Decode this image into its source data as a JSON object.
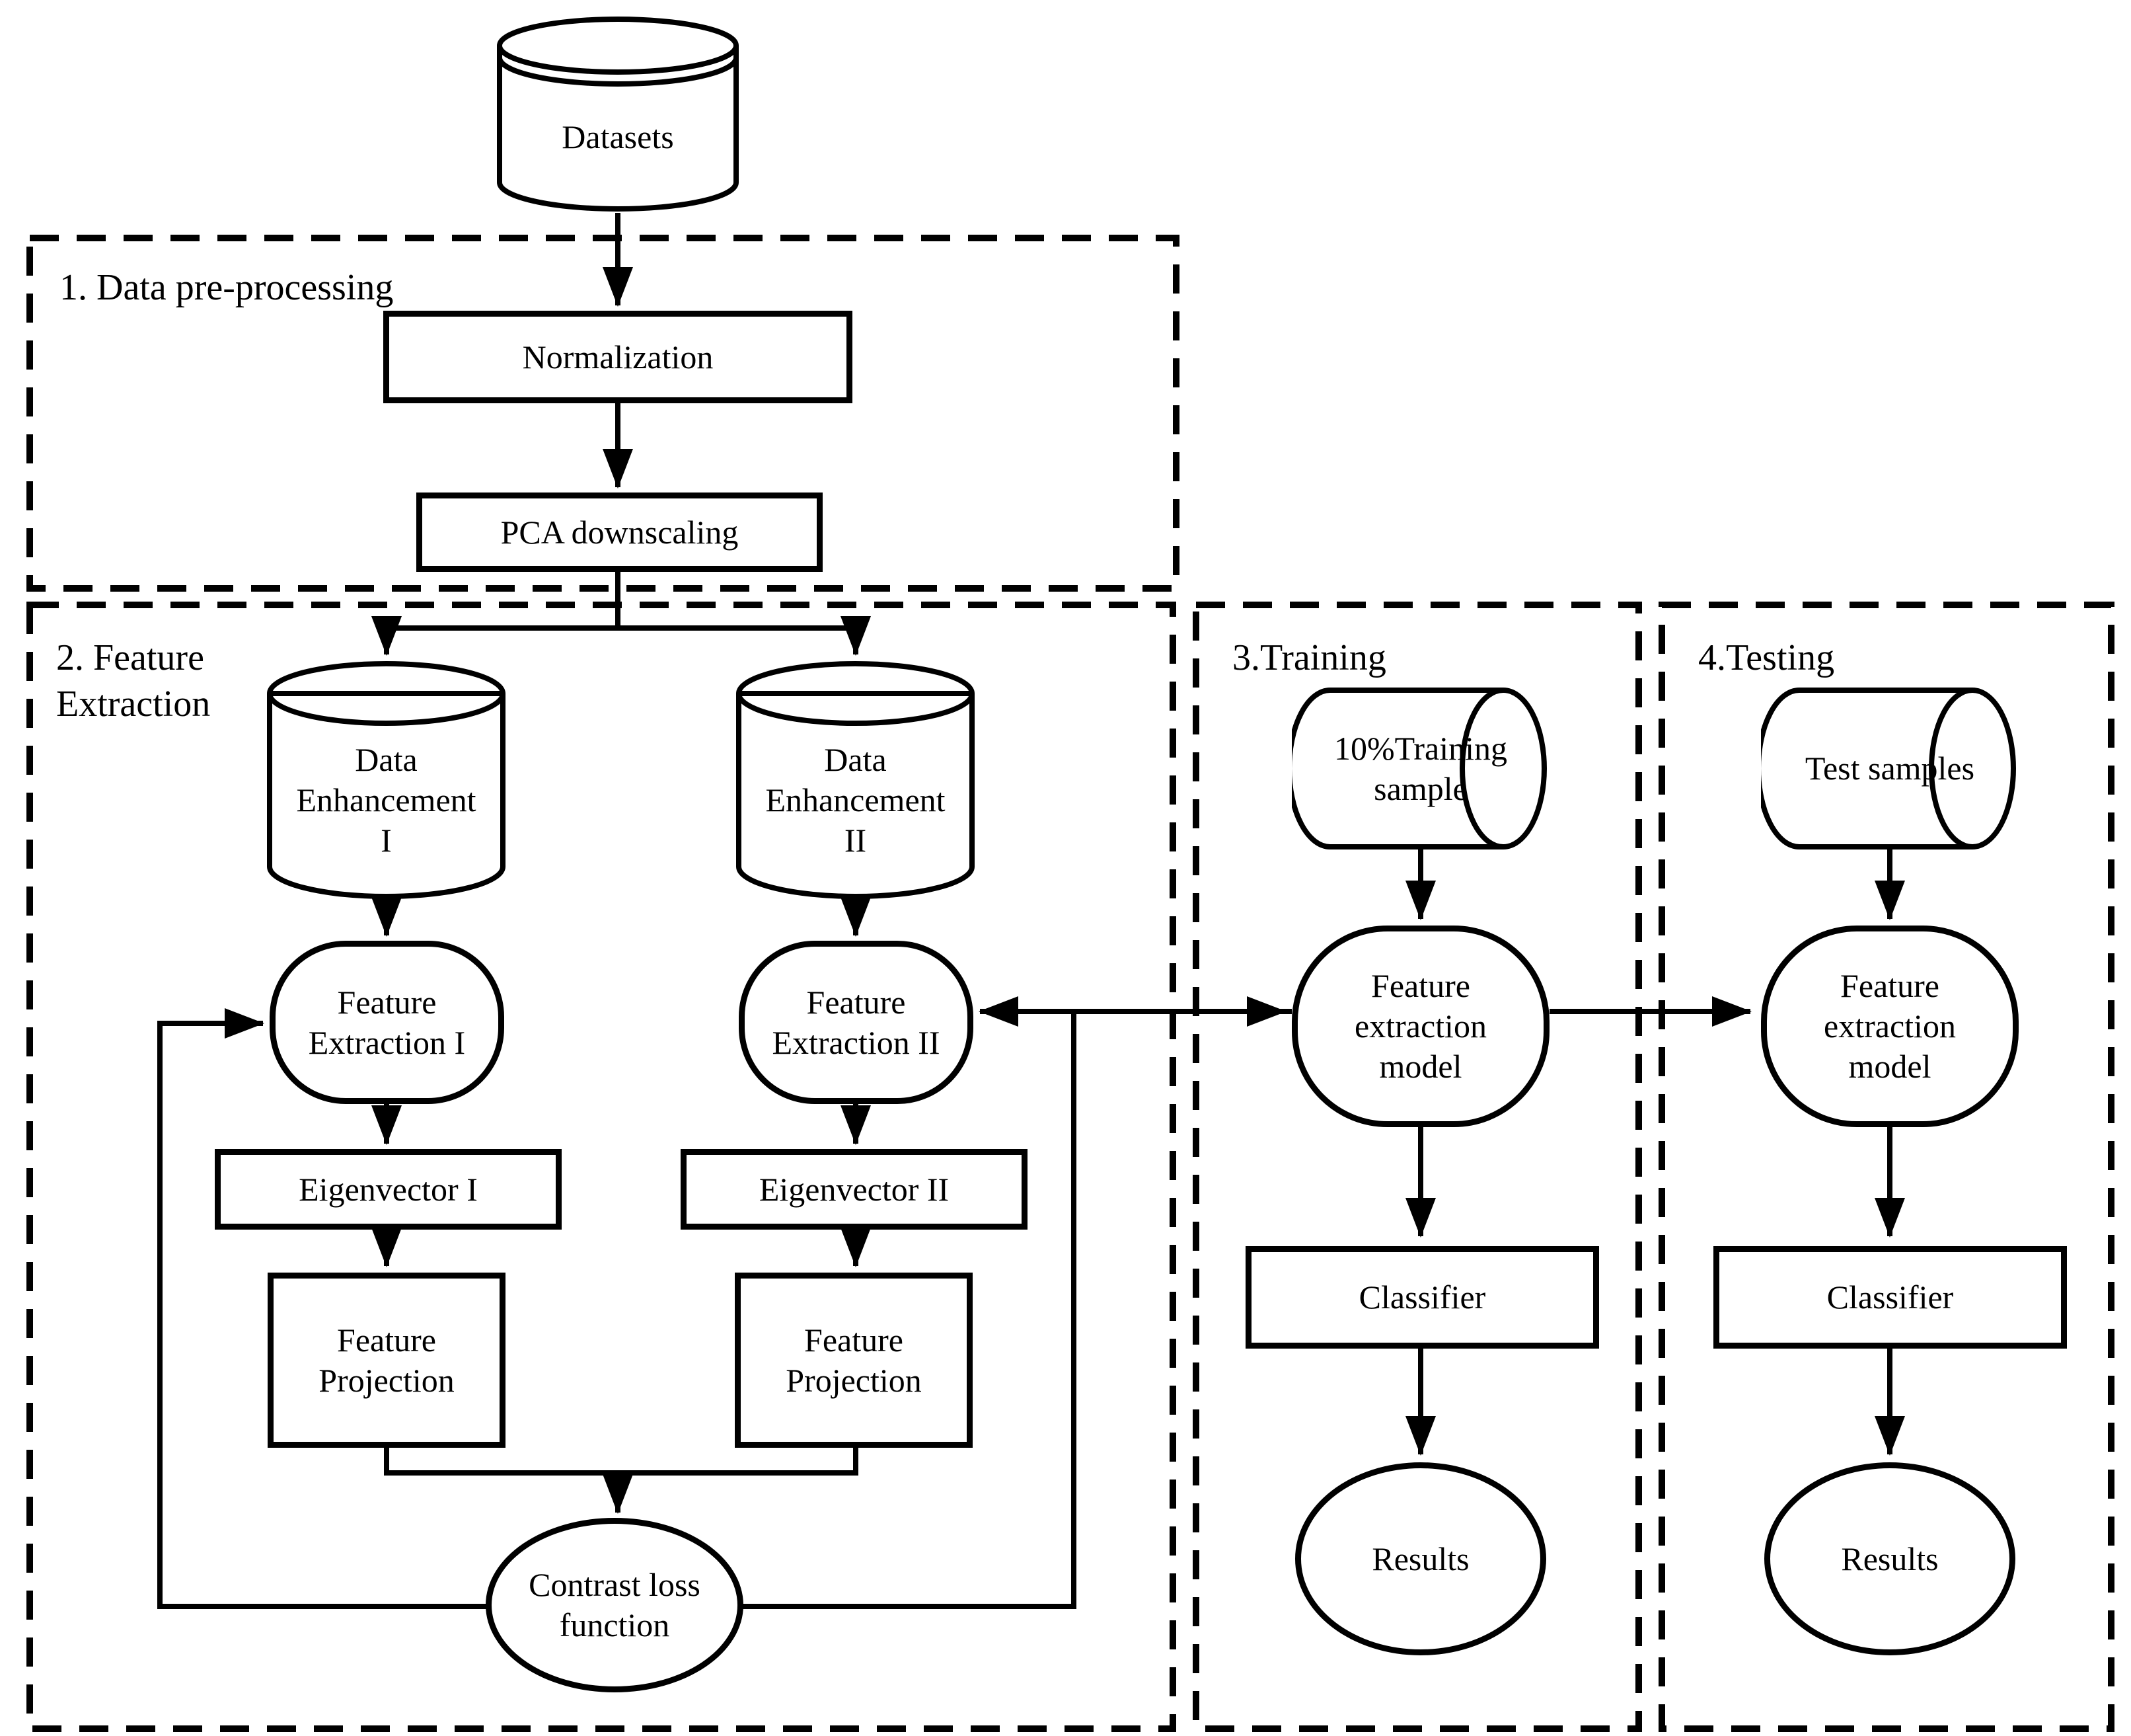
{
  "colors": {
    "stroke": "#000000",
    "background": "#ffffff"
  },
  "sections": [
    {
      "label": "1. Data pre-processing"
    },
    {
      "label": "2. Feature Extraction"
    },
    {
      "label": "3.Training"
    },
    {
      "label": "4.Testing"
    }
  ],
  "nodes": {
    "datasets": "Datasets",
    "normalization": "Normalization",
    "pca": "PCA downscaling",
    "data_enh_1": "Data Enhancement I",
    "data_enh_2": "Data Enhancement II",
    "feat_ext_1": "Feature Extraction I",
    "feat_ext_2": "Feature Extraction II",
    "eigenvector_1": "Eigenvector I",
    "eigenvector_2": "Eigenvector II",
    "feat_proj_1": "Feature Projection",
    "feat_proj_2": "Feature Projection",
    "contrast_loss": "Contrast loss function",
    "training_sample": "10%Training sample",
    "train_model": "Feature extraction model",
    "train_classifier": "Classifier",
    "train_results": "Results",
    "test_samples": "Test samples",
    "test_model": "Feature extraction model",
    "test_classifier": "Classifier",
    "test_results": "Results"
  }
}
